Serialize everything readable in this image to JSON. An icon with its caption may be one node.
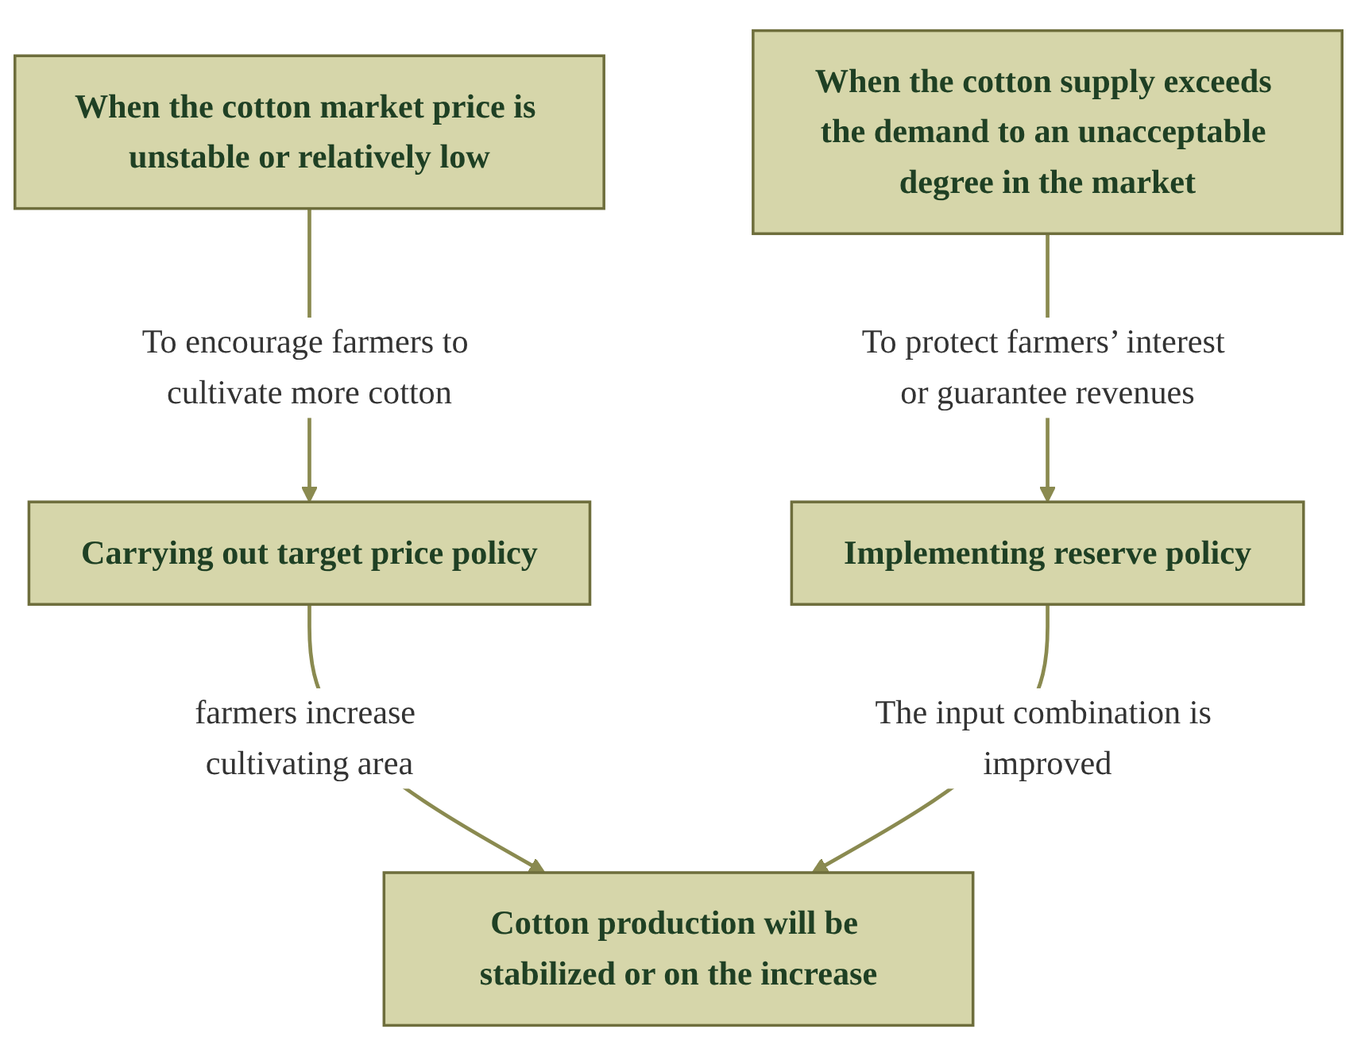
{
  "diagram": {
    "nodes": [
      {
        "text": [
          "When the cotton market price is unstable or relatively low"
        ]
      },
      {
        "text": [
          "When the cotton supply exceeds the demand to an unacceptable degree in the market"
        ]
      },
      {
        "text": [
          "Carrying out target price policy"
        ]
      },
      {
        "text": [
          "Implementing reserve policy"
        ]
      },
      {
        "text": [
          "Cotton production will be stabilized or on the increase"
        ]
      }
    ],
    "edges": [
      {
        "from": 0,
        "to": 2,
        "arrow": "to",
        "label": "To encourage farmers to cultivate more cotton"
      },
      {
        "from": 1,
        "to": 3,
        "arrow": "to",
        "label": "To protect farmers’ interest or guarantee revenues"
      },
      {
        "from": 2,
        "to": 4,
        "arrow": "to",
        "label": "farmers increase cultivating area"
      },
      {
        "from": 3,
        "to": 4,
        "arrow": "to",
        "label": "The input combination is improved"
      }
    ]
  }
}
